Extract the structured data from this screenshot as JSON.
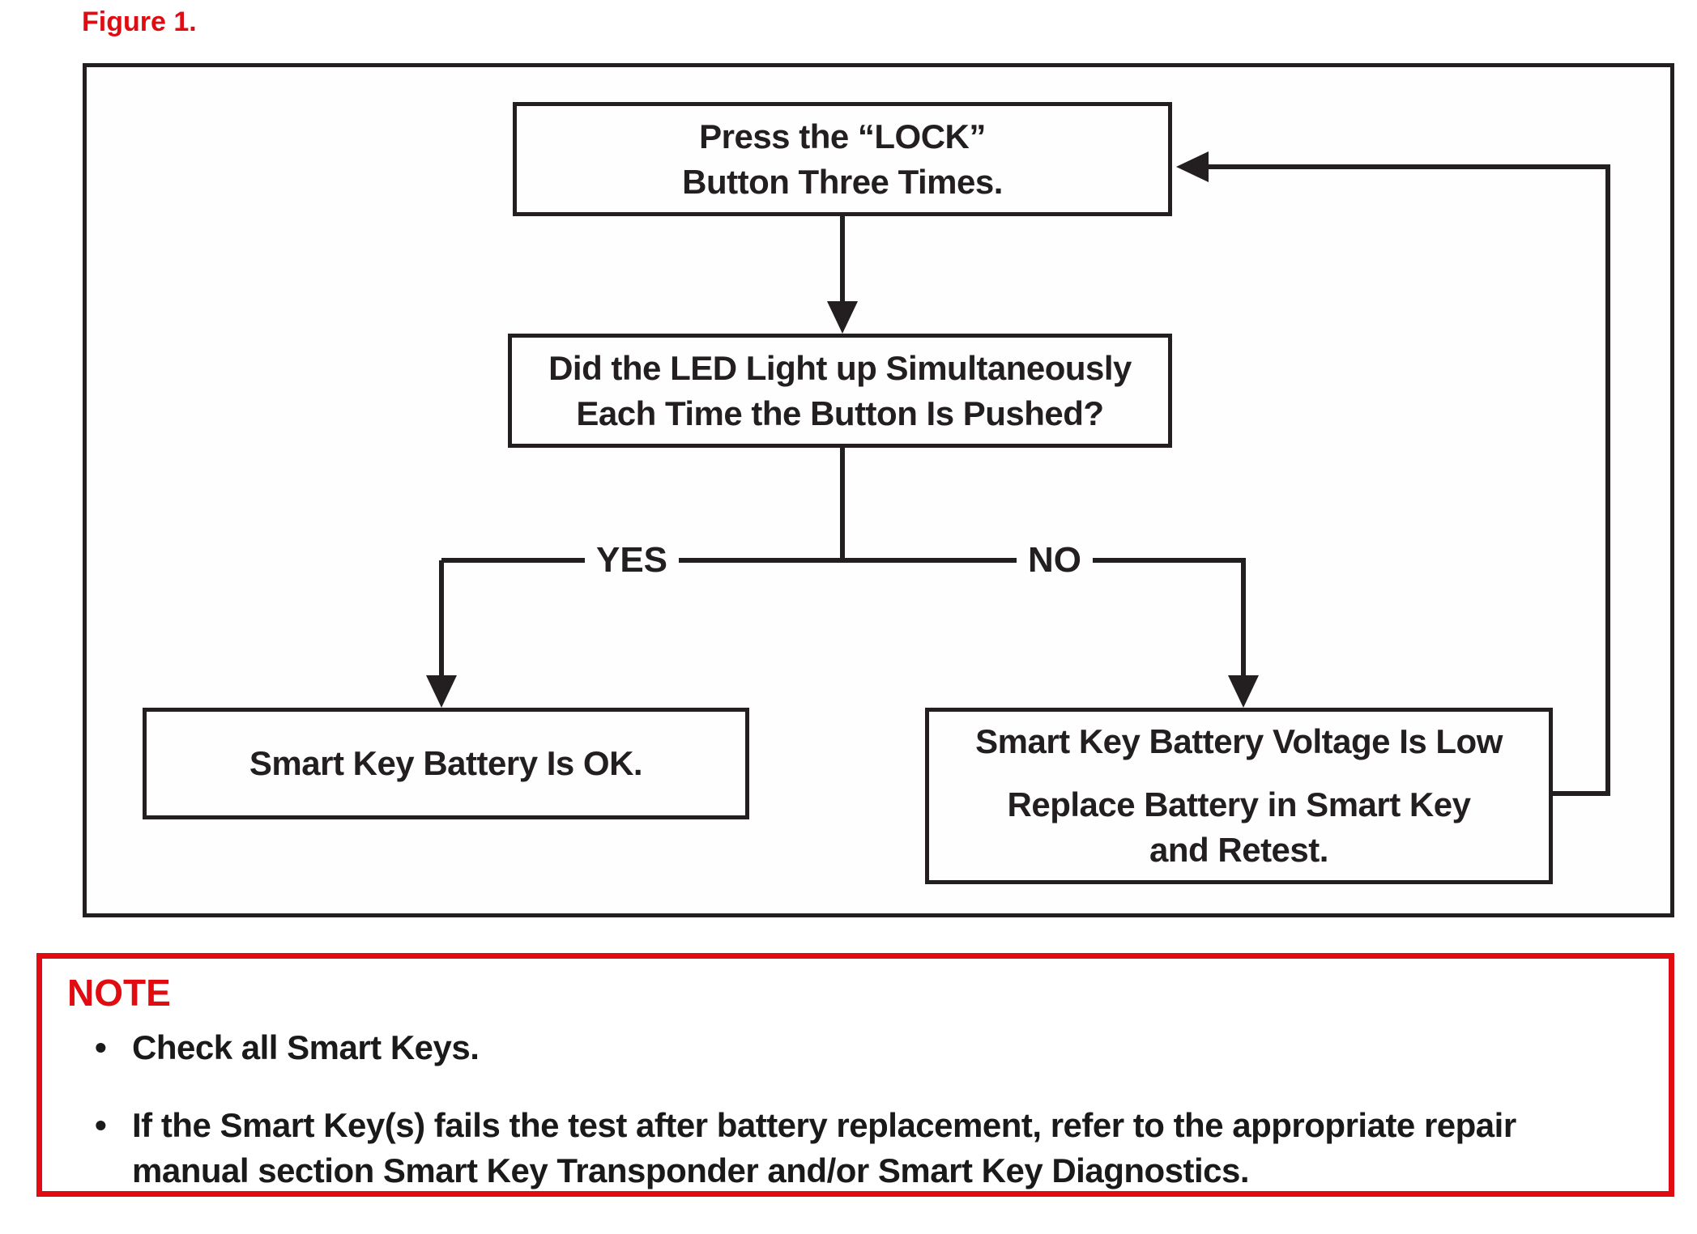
{
  "figure": {
    "title": "Figure 1."
  },
  "colors": {
    "accent_red": "#e00c12",
    "line_black": "#231f20"
  },
  "flowchart": {
    "box_press_lock": {
      "lines": [
        "Press the “LOCK”",
        "Button Three Times."
      ]
    },
    "box_led_question": {
      "lines": [
        "Did the LED Light up Simultaneously",
        "Each Time the Button Is Pushed?"
      ]
    },
    "label_yes": "YES",
    "label_no": "NO",
    "box_battery_ok": {
      "lines": [
        "Smart Key Battery Is OK."
      ]
    },
    "box_battery_low": {
      "para1": "Smart Key Battery Voltage Is Low",
      "para2_lines": [
        "Replace Battery in Smart Key",
        "and Retest."
      ]
    }
  },
  "note": {
    "heading": "NOTE",
    "bullets": [
      {
        "marker": "•",
        "lines": [
          "Check all Smart Keys."
        ]
      },
      {
        "marker": "•",
        "lines": [
          "If the Smart Key(s) fails the test after battery replacement, refer to the appropriate repair",
          "manual section Smart Key Transponder and/or Smart Key Diagnostics."
        ]
      }
    ]
  }
}
